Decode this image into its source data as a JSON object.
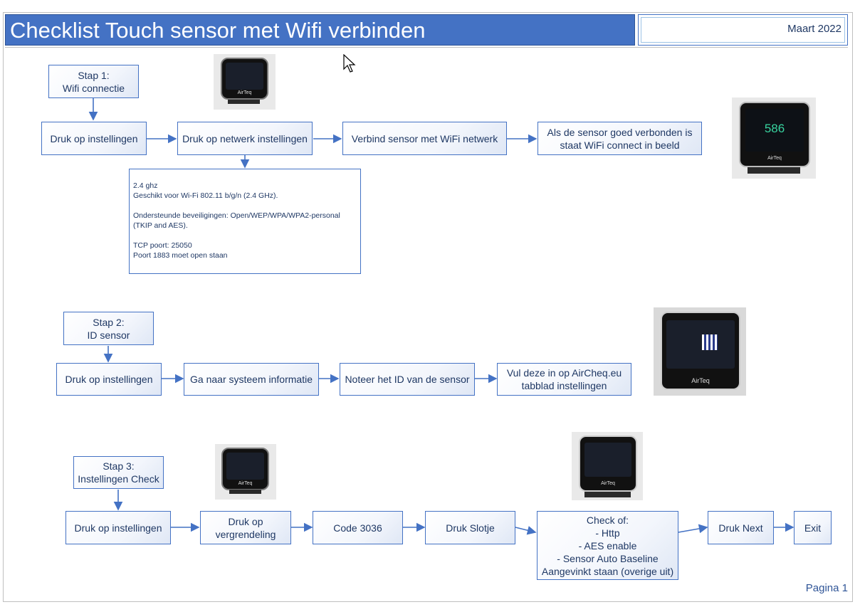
{
  "header": {
    "title": "Checklist Touch sensor met Wifi verbinden",
    "date": "Maart 2022"
  },
  "step1": {
    "label": "Stap 1:\nWifi connectie",
    "boxes": [
      "Druk op instellingen",
      "Druk op netwerk instellingen",
      "Verbind sensor met WiFi netwerk",
      "Als de sensor goed verbonden is\nstaat WiFi connect in beeld"
    ],
    "info": [
      "2.4 ghz",
      "Geschikt voor Wi-Fi 802.11 b/g/n (2.4 GHz).",
      "",
      "Ondersteunde beveiligingen: Open/WEP/WPA/WPA2-personal",
      "(TKIP and AES).",
      "",
      "TCP poort: 25050",
      "Poort 1883 moet open staan"
    ]
  },
  "step2": {
    "label": "Stap 2:\nID sensor",
    "boxes": [
      "Druk op instellingen",
      "Ga naar systeem informatie",
      "Noteer het ID van de sensor",
      "Vul deze in op AirCheq.eu\ntabblad instellingen"
    ]
  },
  "step3": {
    "label": "Stap 3:\nInstellingen Check",
    "boxes": [
      "Druk op instellingen",
      "Druk op\nvergrendeling",
      "Code 3036",
      "Druk Slotje",
      "Check of:\n- Http\n- AES enable\n- Sensor Auto Baseline\nAangevinkt staan (overige uit)",
      "Druk Next",
      "Exit"
    ]
  },
  "device": {
    "brand": "AirTeq",
    "reading": "586"
  },
  "footer": {
    "page": "Pagina 1"
  },
  "colors": {
    "accent": "#4472c4",
    "text": "#1f3864"
  }
}
